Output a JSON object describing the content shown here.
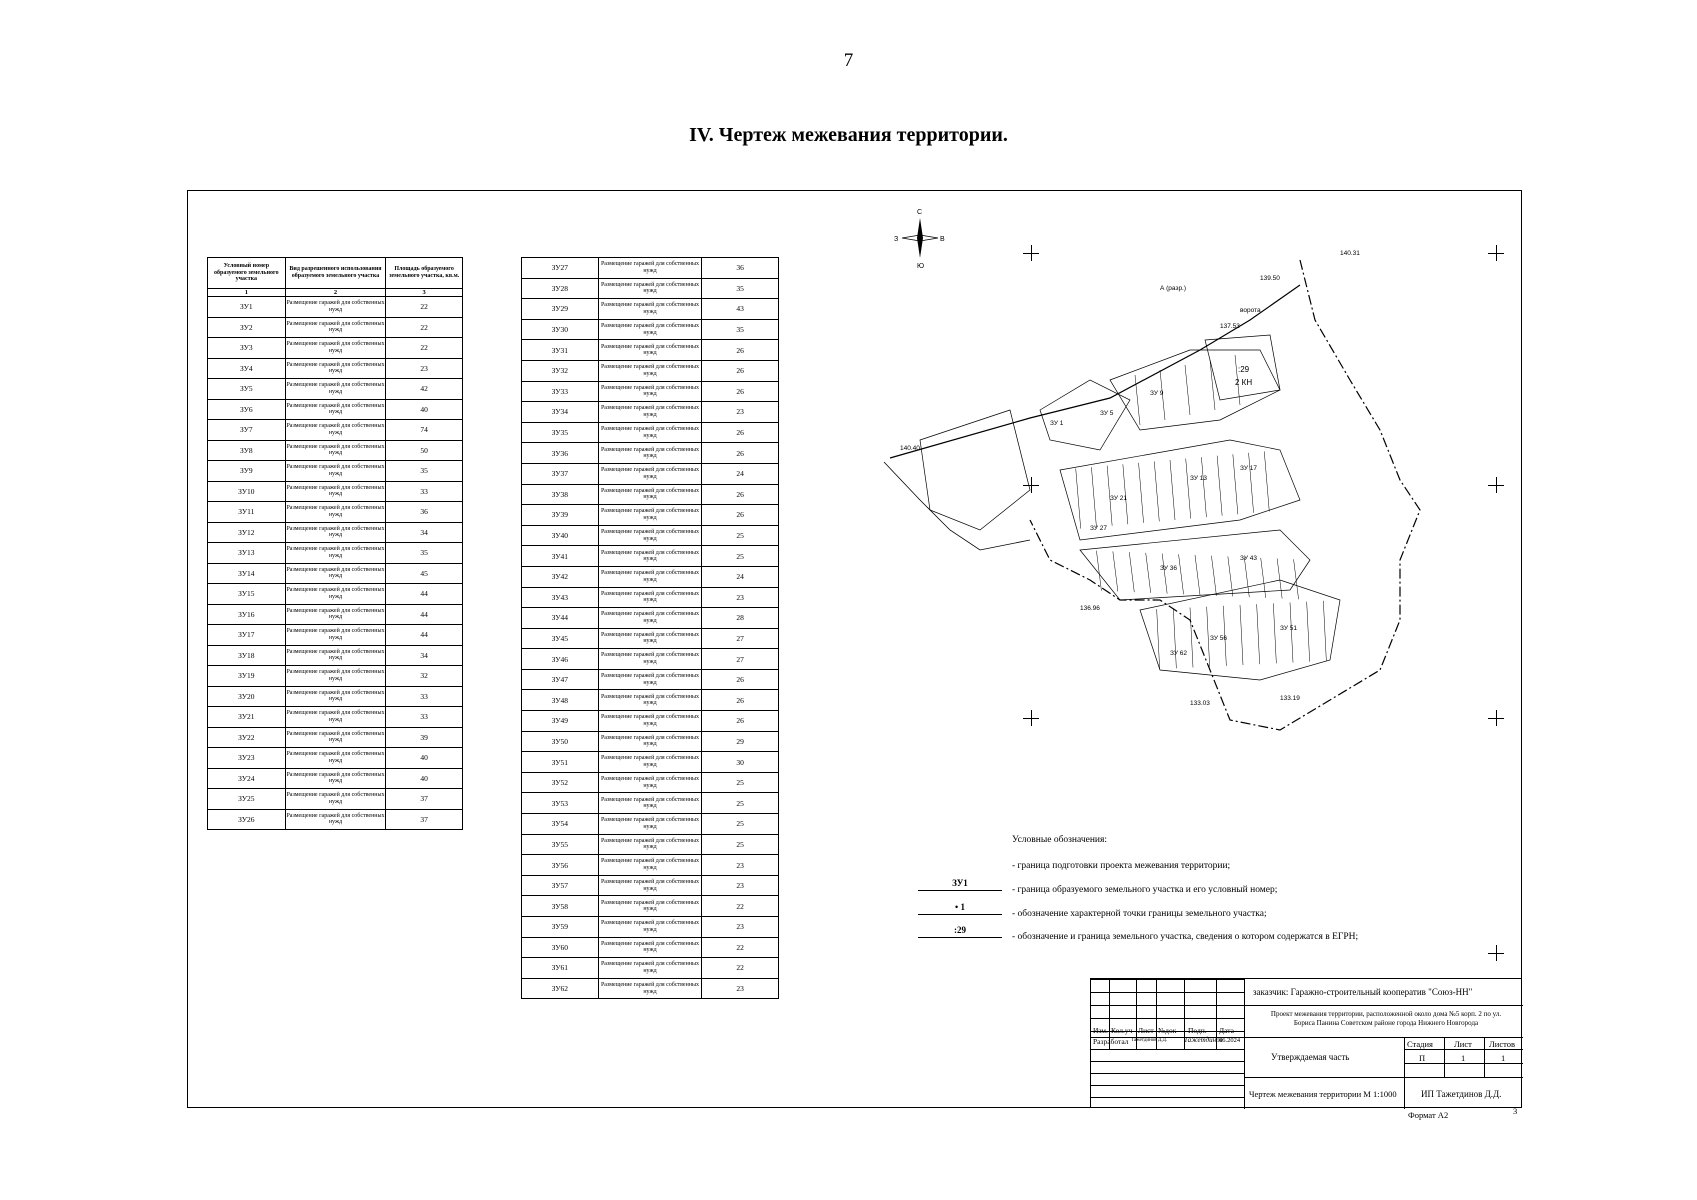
{
  "page_number": "7",
  "title": "IV.   Чертеж межевания территории.",
  "table_headers": [
    "Условный номер образуемого земельного участка",
    "Вид разрешенного использования образуемого земельного участка",
    "Площадь образуемого земельного участка, кв.м."
  ],
  "table_header_numbers": [
    "1",
    "2",
    "3"
  ],
  "table_left": [
    {
      "id": "ЗУ1",
      "use": "Размещение гаражей для собственных нужд",
      "area": "22"
    },
    {
      "id": "ЗУ2",
      "use": "Размещение гаражей для собственных нужд",
      "area": "22"
    },
    {
      "id": "ЗУ3",
      "use": "Размещение гаражей для собственных нужд",
      "area": "22"
    },
    {
      "id": "ЗУ4",
      "use": "Размещение гаражей для собственных нужд",
      "area": "23"
    },
    {
      "id": "ЗУ5",
      "use": "Размещение гаражей для собственных нужд",
      "area": "42"
    },
    {
      "id": "ЗУ6",
      "use": "Размещение гаражей для собственных нужд",
      "area": "40"
    },
    {
      "id": "ЗУ7",
      "use": "Размещение гаражей для собственных нужд",
      "area": "74"
    },
    {
      "id": "ЗУ8",
      "use": "Размещение гаражей для собственных нужд",
      "area": "50"
    },
    {
      "id": "ЗУ9",
      "use": "Размещение гаражей для собственных нужд",
      "area": "35"
    },
    {
      "id": "ЗУ10",
      "use": "Размещение гаражей для собственных нужд",
      "area": "33"
    },
    {
      "id": "ЗУ11",
      "use": "Размещение гаражей для собственных нужд",
      "area": "36"
    },
    {
      "id": "ЗУ12",
      "use": "Размещение гаражей для собственных нужд",
      "area": "34"
    },
    {
      "id": "ЗУ13",
      "use": "Размещение гаражей для собственных нужд",
      "area": "35"
    },
    {
      "id": "ЗУ14",
      "use": "Размещение гаражей для собственных нужд",
      "area": "45"
    },
    {
      "id": "ЗУ15",
      "use": "Размещение гаражей для собственных нужд",
      "area": "44"
    },
    {
      "id": "ЗУ16",
      "use": "Размещение гаражей для собственных нужд",
      "area": "44"
    },
    {
      "id": "ЗУ17",
      "use": "Размещение гаражей для собственных нужд",
      "area": "44"
    },
    {
      "id": "ЗУ18",
      "use": "Размещение гаражей для собственных нужд",
      "area": "34"
    },
    {
      "id": "ЗУ19",
      "use": "Размещение гаражей для собственных нужд",
      "area": "32"
    },
    {
      "id": "ЗУ20",
      "use": "Размещение гаражей для собственных нужд",
      "area": "33"
    },
    {
      "id": "ЗУ21",
      "use": "Размещение гаражей для собственных нужд",
      "area": "33"
    },
    {
      "id": "ЗУ22",
      "use": "Размещение гаражей для собственных нужд",
      "area": "39"
    },
    {
      "id": "ЗУ23",
      "use": "Размещение гаражей для собственных нужд",
      "area": "40"
    },
    {
      "id": "ЗУ24",
      "use": "Размещение гаражей для собственных нужд",
      "area": "40"
    },
    {
      "id": "ЗУ25",
      "use": "Размещение гаражей для собственных нужд",
      "area": "37"
    },
    {
      "id": "ЗУ26",
      "use": "Размещение гаражей для собственных нужд",
      "area": "37"
    }
  ],
  "table_right": [
    {
      "id": "ЗУ27",
      "use": "Размещение гаражей для собственных нужд",
      "area": "36"
    },
    {
      "id": "ЗУ28",
      "use": "Размещение гаражей для собственных нужд",
      "area": "35"
    },
    {
      "id": "ЗУ29",
      "use": "Размещение гаражей для собственных нужд",
      "area": "43"
    },
    {
      "id": "ЗУ30",
      "use": "Размещение гаражей для собственных нужд",
      "area": "35"
    },
    {
      "id": "ЗУ31",
      "use": "Размещение гаражей для собственных нужд",
      "area": "26"
    },
    {
      "id": "ЗУ32",
      "use": "Размещение гаражей для собственных нужд",
      "area": "26"
    },
    {
      "id": "ЗУ33",
      "use": "Размещение гаражей для собственных нужд",
      "area": "26"
    },
    {
      "id": "ЗУ34",
      "use": "Размещение гаражей для собственных нужд",
      "area": "23"
    },
    {
      "id": "ЗУ35",
      "use": "Размещение гаражей для собственных нужд",
      "area": "26"
    },
    {
      "id": "ЗУ36",
      "use": "Размещение гаражей для собственных нужд",
      "area": "26"
    },
    {
      "id": "ЗУ37",
      "use": "Размещение гаражей для собственных нужд",
      "area": "24"
    },
    {
      "id": "ЗУ38",
      "use": "Размещение гаражей для собственных нужд",
      "area": "26"
    },
    {
      "id": "ЗУ39",
      "use": "Размещение гаражей для собственных нужд",
      "area": "26"
    },
    {
      "id": "ЗУ40",
      "use": "Размещение гаражей для собственных нужд",
      "area": "25"
    },
    {
      "id": "ЗУ41",
      "use": "Размещение гаражей для собственных нужд",
      "area": "25"
    },
    {
      "id": "ЗУ42",
      "use": "Размещение гаражей для собственных нужд",
      "area": "24"
    },
    {
      "id": "ЗУ43",
      "use": "Размещение гаражей для собственных нужд",
      "area": "23"
    },
    {
      "id": "ЗУ44",
      "use": "Размещение гаражей для собственных нужд",
      "area": "28"
    },
    {
      "id": "ЗУ45",
      "use": "Размещение гаражей для собственных нужд",
      "area": "27"
    },
    {
      "id": "ЗУ46",
      "use": "Размещение гаражей для собственных нужд",
      "area": "27"
    },
    {
      "id": "ЗУ47",
      "use": "Размещение гаражей для собственных нужд",
      "area": "26"
    },
    {
      "id": "ЗУ48",
      "use": "Размещение гаражей для собственных нужд",
      "area": "26"
    },
    {
      "id": "ЗУ49",
      "use": "Размещение гаражей для собственных нужд",
      "area": "26"
    },
    {
      "id": "ЗУ50",
      "use": "Размещение гаражей для собственных нужд",
      "area": "29"
    },
    {
      "id": "ЗУ51",
      "use": "Размещение гаражей для собственных нужд",
      "area": "30"
    },
    {
      "id": "ЗУ52",
      "use": "Размещение гаражей для собственных нужд",
      "area": "25"
    },
    {
      "id": "ЗУ53",
      "use": "Размещение гаражей для собственных нужд",
      "area": "25"
    },
    {
      "id": "ЗУ54",
      "use": "Размещение гаражей для собственных нужд",
      "area": "25"
    },
    {
      "id": "ЗУ55",
      "use": "Размещение гаражей для собственных нужд",
      "area": "25"
    },
    {
      "id": "ЗУ56",
      "use": "Размещение гаражей для собственных нужд",
      "area": "23"
    },
    {
      "id": "ЗУ57",
      "use": "Размещение гаражей для собственных нужд",
      "area": "23"
    },
    {
      "id": "ЗУ58",
      "use": "Размещение гаражей для собственных нужд",
      "area": "22"
    },
    {
      "id": "ЗУ59",
      "use": "Размещение гаражей для собственных нужд",
      "area": "23"
    },
    {
      "id": "ЗУ60",
      "use": "Размещение гаражей для собственных нужд",
      "area": "22"
    },
    {
      "id": "ЗУ61",
      "use": "Размещение гаражей для собственных нужд",
      "area": "22"
    },
    {
      "id": "ЗУ62",
      "use": "Размещение гаражей для собственных нужд",
      "area": "23"
    }
  ],
  "compass": {
    "n": "С",
    "s": "Ю",
    "w": "З",
    "e": "В"
  },
  "map_labels": {
    "road": "А (разр.)",
    "gates": "ворота",
    "kn": "2 КН",
    "parcel": ":29",
    "r1": "ЗУ 1",
    "r2": "ЗУ 5",
    "r3": "ЗУ 9",
    "r4": "ЗУ 13",
    "r5": "ЗУ 17",
    "r6": "ЗУ 21",
    "r7": "ЗУ 27",
    "r8": "ЗУ 36",
    "r9": "ЗУ 43",
    "r10": "ЗУ 51",
    "r11": "ЗУ 56",
    "r12": "ЗУ 62",
    "elev1": "140.40",
    "elev2": "139.50",
    "elev3": "137.53",
    "elev4": "136.96",
    "elev5": "133.03",
    "elev6": "133.19",
    "elev7": "140.31"
  },
  "legend": {
    "title": "Условные обозначения:",
    "items": [
      {
        "symbol": "",
        "text": "- граница подготовки проекта межевания территории;"
      },
      {
        "symbol": "ЗУ1",
        "text": "- граница образуемого земельного участка и его условный номер;"
      },
      {
        "symbol": "• 1",
        "text": "- обозначение характерной точки границы земельного участка;"
      },
      {
        "symbol": ":29",
        "text": "- обозначение и граница земельного участка, сведения о котором содержатся в ЕГРН;"
      }
    ]
  },
  "stamp": {
    "customer": "заказчик: Гаражно-строительный кооператив \"Союз-НН\"",
    "project": "Проект межевания территории, расположенной около дома №5 корп. 2 по ул. Бориса Панина Советском районе города Нижнего Новгорода",
    "cols": [
      "Изм.",
      "Кол.уч",
      "Лист",
      "№док",
      "Подп.",
      "Дата"
    ],
    "role": "Разработал",
    "author": "Тажетдинов Д.Д.",
    "signature": "Тажетдинов",
    "date": "06.2024",
    "part": "Утверждаемая часть",
    "stage_h": "Стадия",
    "sheet_h": "Лист",
    "sheets_h": "Листов",
    "stage": "П",
    "sheet": "1",
    "sheets": "1",
    "drawing": "Чертеж межевания территории  М 1:1000",
    "org": "ИП Тажетдинов Д.Д."
  },
  "format": "Формат А2",
  "sheet_number": "3"
}
